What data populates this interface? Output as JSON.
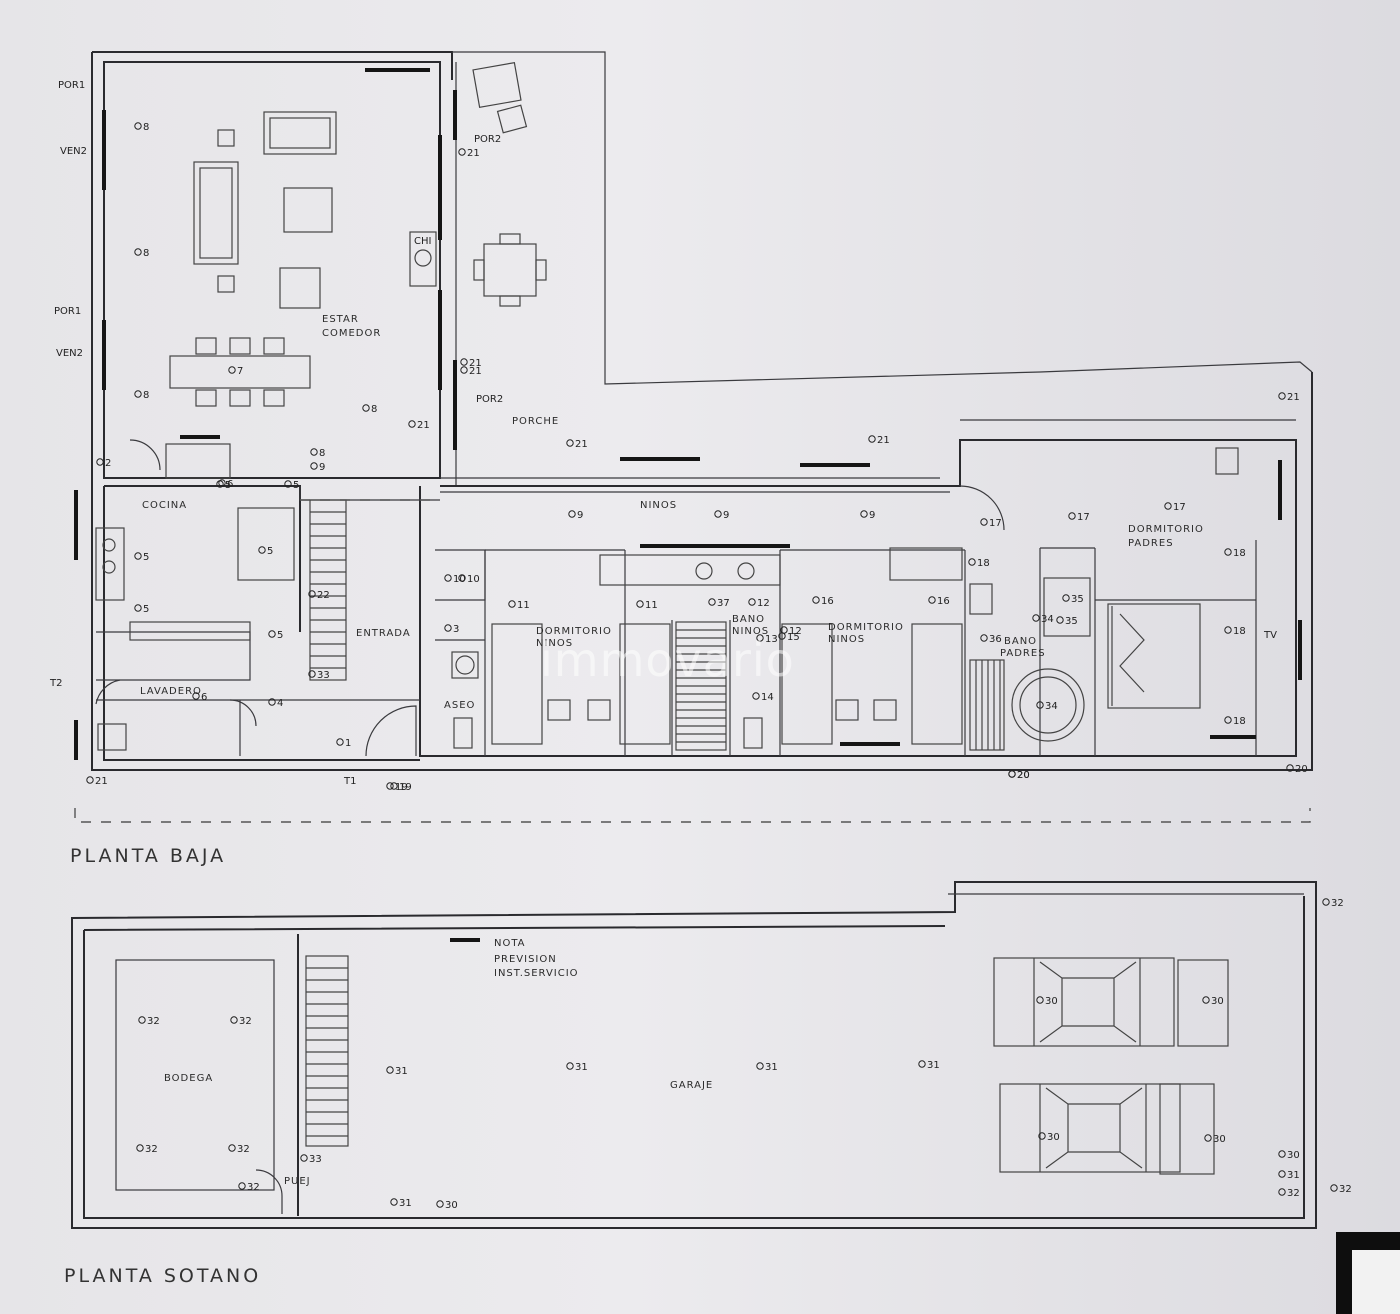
{
  "titles": {
    "ground_floor": "PLANTA BAJA",
    "basement": "PLANTA SOTANO"
  },
  "watermark": "immovario",
  "rooms": {
    "estar": "ESTAR",
    "comedor": "COMEDOR",
    "porche": "PORCHE",
    "cocina": "COCINA",
    "entrada": "ENTRADA",
    "lavadero": "LAVADERO",
    "aseo": "ASEO",
    "ninos": "NINOS",
    "dorm_ninos_1_a": "DORMITORIO",
    "dorm_ninos_1_b": "NINOS",
    "bano_ninos_a": "BANO",
    "bano_ninos_b": "NINOS",
    "dorm_ninos_2_a": "DORMITORIO",
    "dorm_ninos_2_b": "NINOS",
    "bano_padres_a": "BANO",
    "bano_padres_b": "PADRES",
    "dorm_padres_a": "DORMITORIO",
    "dorm_padres_b": "PADRES",
    "bodega": "BODEGA",
    "garaje": "GARAJE",
    "puej": "PUEJ"
  },
  "note": {
    "line1": "NOTA",
    "line2": "PREVISION",
    "line3": "INST.SERVICIO"
  },
  "markers": {
    "por1_top": "POR1",
    "ven2_top": "VEN2",
    "por1_mid": "POR1",
    "ven2_mid": "VEN2",
    "por2_top": "POR2",
    "por2_bot": "POR2",
    "chi": "CHI",
    "t1": "T1",
    "t2": "T2",
    "tv": "TV"
  },
  "points": [
    {
      "id": "p1",
      "t": "8"
    },
    {
      "id": "p2",
      "t": "8"
    },
    {
      "id": "p3",
      "t": "8"
    },
    {
      "id": "p4",
      "t": "7"
    },
    {
      "id": "p5",
      "t": "8"
    },
    {
      "id": "p6",
      "t": "5"
    },
    {
      "id": "p7",
      "t": "5"
    },
    {
      "id": "p8",
      "t": "5"
    },
    {
      "id": "p9",
      "t": "5"
    },
    {
      "id": "p10",
      "t": "5"
    },
    {
      "id": "p11",
      "t": "5"
    },
    {
      "id": "p12",
      "t": "6"
    },
    {
      "id": "p13",
      "t": "6"
    },
    {
      "id": "p14",
      "t": "4"
    },
    {
      "id": "p15",
      "t": "19"
    },
    {
      "id": "p16",
      "t": "10"
    },
    {
      "id": "p17",
      "t": "3"
    },
    {
      "id": "p18",
      "t": "11"
    },
    {
      "id": "p19",
      "t": "11"
    },
    {
      "id": "p20",
      "t": "12"
    },
    {
      "id": "p21",
      "t": "12"
    },
    {
      "id": "p22",
      "t": "37"
    },
    {
      "id": "p23",
      "t": "16"
    },
    {
      "id": "p24",
      "t": "16"
    },
    {
      "id": "p25",
      "t": "9"
    },
    {
      "id": "p26",
      "t": "9"
    },
    {
      "id": "p27",
      "t": "9"
    },
    {
      "id": "p28",
      "t": "17"
    },
    {
      "id": "p29",
      "t": "17"
    },
    {
      "id": "p30",
      "t": "17"
    },
    {
      "id": "p31",
      "t": "18"
    },
    {
      "id": "p32",
      "t": "18"
    },
    {
      "id": "p33",
      "t": "18"
    },
    {
      "id": "p34",
      "t": "34"
    },
    {
      "id": "p35",
      "t": "34"
    },
    {
      "id": "p36",
      "t": "36"
    },
    {
      "id": "p37",
      "t": "21"
    },
    {
      "id": "p38",
      "t": "21"
    },
    {
      "id": "p39",
      "t": "21"
    },
    {
      "id": "p40",
      "t": "21"
    },
    {
      "id": "p41",
      "t": "21"
    },
    {
      "id": "p42",
      "t": "21"
    },
    {
      "id": "p43",
      "t": "20"
    },
    {
      "id": "p44",
      "t": "20"
    },
    {
      "id": "p45",
      "t": "22"
    },
    {
      "id": "p46",
      "t": "33"
    },
    {
      "id": "p47",
      "t": "32"
    },
    {
      "id": "p48",
      "t": "32"
    },
    {
      "id": "p49",
      "t": "32"
    },
    {
      "id": "p50",
      "t": "32"
    },
    {
      "id": "p51",
      "t": "31"
    },
    {
      "id": "p52",
      "t": "31"
    },
    {
      "id": "p53",
      "t": "31"
    },
    {
      "id": "p54",
      "t": "31"
    },
    {
      "id": "p55",
      "t": "30"
    },
    {
      "id": "p56",
      "t": "30"
    },
    {
      "id": "p57",
      "t": "30"
    },
    {
      "id": "p58",
      "t": "30"
    },
    {
      "id": "p59",
      "t": "33"
    },
    {
      "id": "p60",
      "t": "32"
    },
    {
      "id": "p61",
      "t": "31"
    },
    {
      "id": "p62",
      "t": "30"
    },
    {
      "id": "p63",
      "t": "32"
    },
    {
      "id": "p64",
      "t": "32"
    },
    {
      "id": "p65",
      "t": "30"
    },
    {
      "id": "p66",
      "t": "31"
    },
    {
      "id": "p67",
      "t": "32"
    },
    {
      "id": "p68",
      "t": "14"
    },
    {
      "id": "p69",
      "t": "13"
    },
    {
      "id": "p70",
      "t": "15"
    },
    {
      "id": "p71",
      "t": "18"
    },
    {
      "id": "p72",
      "t": "35"
    },
    {
      "id": "p73",
      "t": "35"
    },
    {
      "id": "p74",
      "t": "21"
    },
    {
      "id": "p75",
      "t": "21"
    },
    {
      "id": "p76",
      "t": "1"
    },
    {
      "id": "p77",
      "t": "2"
    },
    {
      "id": "p78",
      "t": "19"
    },
    {
      "id": "p79",
      "t": "20"
    },
    {
      "id": "p80",
      "t": "8"
    },
    {
      "id": "p81",
      "t": "9"
    },
    {
      "id": "p82",
      "t": "10"
    }
  ]
}
